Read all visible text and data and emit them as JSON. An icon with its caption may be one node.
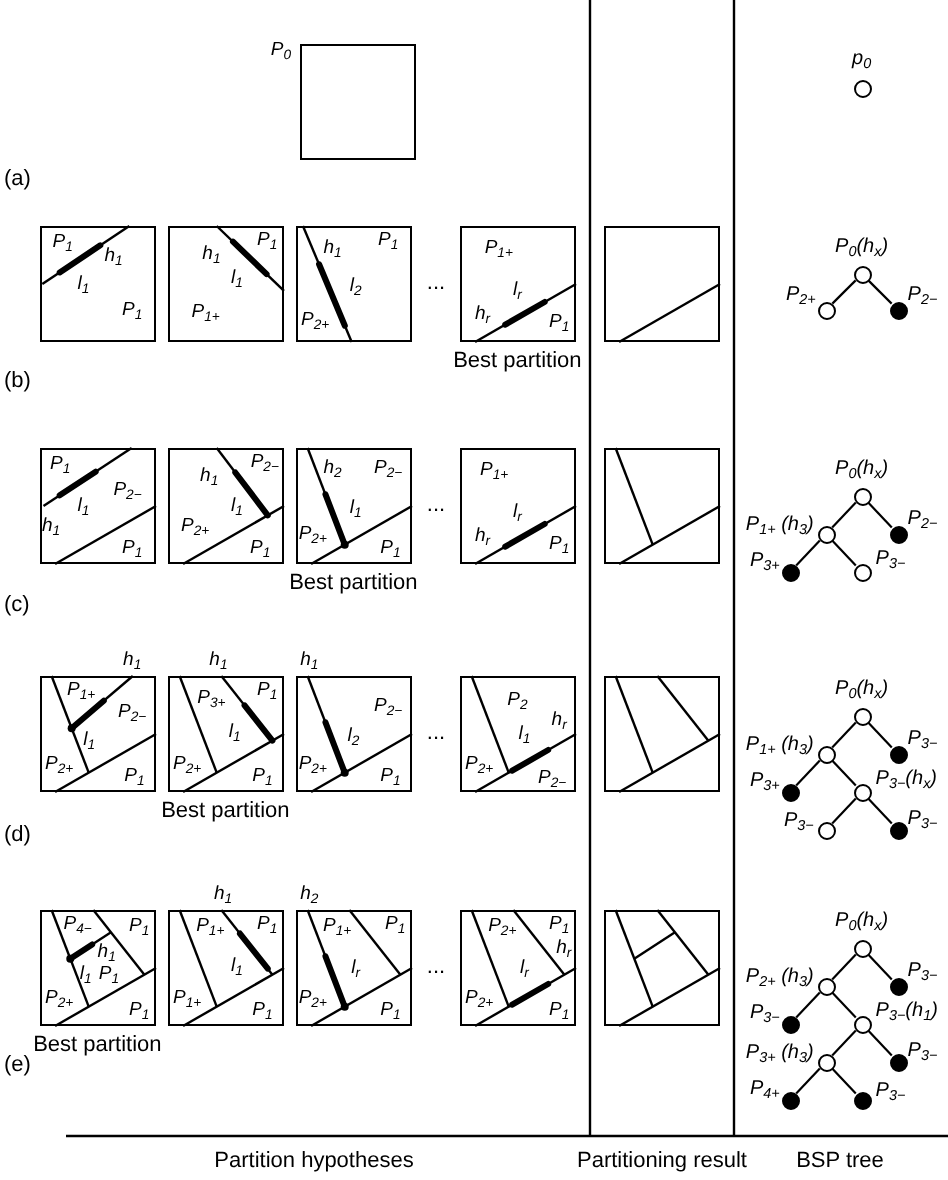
{
  "diagram": {
    "nodes": [
      {
        "text": [
          "P$_{0}$"
        ]
      },
      {
        "text": [],
        "shape": "circle",
        "beside": [
          "p$_{0}$"
        ]
      },
      {
        "text": [
          "P$_{1}$",
          "h$_{1}$",
          "l$_{1}$",
          "P$_{1}$"
        ]
      },
      {
        "text": [
          "h$_{1}$",
          "P$_{1}$",
          "l$_{1}$",
          "P$_{1+}$"
        ]
      },
      {
        "text": [
          "h$_{1}$",
          "P$_{1}$",
          "l$_{2}$",
          "P$_{2+}$"
        ]
      },
      {
        "text": [
          "P$_{1+}$",
          "l$_{r}$",
          "h$_{r}$",
          "P$_{1}$"
        ],
        "beside": [
          "Best partition"
        ]
      },
      {
        "text": [],
        "shape": "box"
      },
      {
        "text": [],
        "shape": "circle",
        "beside": [
          "P$_{0}$(h$_{x}$)"
        ]
      },
      {
        "text": [],
        "shape": "circle",
        "beside": [
          "P$_{2+}$"
        ]
      },
      {
        "text": [],
        "shape": "circle",
        "beside": [
          "P$_{2−}$"
        ]
      },
      {
        "text": [
          "P$_{1}$",
          "P$_{2−}$",
          "l$_{1}$",
          "h$_{1}$",
          "P$_{1}$"
        ]
      },
      {
        "text": [
          "h$_{1}$",
          "P$_{2−}$",
          "l$_{1}$",
          "P$_{2+}$",
          "P$_{1}$"
        ]
      },
      {
        "text": [
          "h$_{2}$",
          "P$_{2−}$",
          "l$_{1}$",
          "P$_{2+}$",
          "P$_{1}$"
        ],
        "beside": [
          "Best partition"
        ]
      },
      {
        "text": [
          "P$_{1+}$",
          "l$_{r}$",
          "h$_{r}$",
          "P$_{1}$"
        ]
      },
      {
        "text": [],
        "shape": "box"
      },
      {
        "text": [],
        "shape": "circle",
        "beside": [
          "P$_{0}$(h$_{x}$)"
        ]
      },
      {
        "text": [],
        "shape": "circle",
        "beside": [
          "P$_{1+}$ (h$_{3}$)"
        ]
      },
      {
        "text": [],
        "shape": "circle",
        "beside": [
          "P$_{2−}$"
        ]
      },
      {
        "text": [],
        "shape": "circle",
        "beside": [
          "P$_{3+}$"
        ]
      },
      {
        "text": [],
        "shape": "circle",
        "beside": [
          "P$_{3−}$"
        ]
      },
      {
        "text": [
          "h$_{1}$",
          "P$_{1+}$",
          "P$_{2−}$",
          "l$_{1}$",
          "P$_{2+}$",
          "P$_{1}$"
        ]
      },
      {
        "text": [
          "h$_{1}$",
          "P$_{3+}$",
          "P$_{1}$",
          "l$_{1}$",
          "P$_{2+}$",
          "P$_{1}$"
        ],
        "beside": [
          "Best partition"
        ]
      },
      {
        "text": [
          "h$_{1}$",
          "P$_{2−}$",
          "l$_{2}$",
          "P$_{2+}$",
          "P$_{1}$"
        ]
      },
      {
        "text": [
          "P$_{2}$",
          "h$_{r}$",
          "l$_{1}$",
          "P$_{2+}$",
          "P$_{2−}$"
        ]
      },
      {
        "text": [],
        "shape": "box"
      },
      {
        "text": [],
        "shape": "circle",
        "beside": [
          "P$_{0}$(h$_{x}$)"
        ]
      },
      {
        "text": [],
        "shape": "circle",
        "beside": [
          "P$_{1+}$ (h$_{3}$)"
        ]
      },
      {
        "text": [],
        "shape": "circle",
        "beside": [
          "P$_{3−}$"
        ]
      },
      {
        "text": [],
        "shape": "circle",
        "beside": [
          "P$_{3+}$"
        ]
      },
      {
        "text": [],
        "shape": "circle",
        "beside": [
          "P$_{3−}$(h$_{x}$)"
        ]
      },
      {
        "text": [],
        "shape": "circle",
        "beside": [
          "P$_{3−}$"
        ]
      },
      {
        "text": [],
        "shape": "circle",
        "beside": [
          "P$_{3−}$"
        ]
      },
      {
        "text": [
          "P$_{4−}$",
          "P$_{1}$",
          "h$_{1}$",
          "l$_{1}$",
          "P$_{1}$",
          "P$_{2+}$",
          "P$_{1}$"
        ],
        "beside": [
          "Best partition"
        ]
      },
      {
        "text": [
          "h$_{1}$",
          "P$_{1+}$",
          "P$_{1}$",
          "l$_{1}$",
          "P$_{1+}$",
          "P$_{1}$"
        ]
      },
      {
        "text": [
          "h$_{2}$",
          "P$_{1+}$",
          "P$_{1}$",
          "l$_{r}$",
          "P$_{2+}$",
          "P$_{1}$"
        ]
      },
      {
        "text": [
          "P$_{2+}$",
          "P$_{1}$",
          "h$_{r}$",
          "l$_{r}$",
          "P$_{2+}$",
          "P$_{1}$"
        ]
      },
      {
        "text": [],
        "shape": "box"
      },
      {
        "text": [],
        "shape": "circle",
        "beside": [
          "P$_{0}$(h$_{x}$)"
        ]
      },
      {
        "text": [],
        "shape": "circle",
        "beside": [
          "P$_{2+}$ (h$_{3}$)"
        ]
      },
      {
        "text": [],
        "shape": "circle",
        "beside": [
          "P$_{3−}$"
        ]
      },
      {
        "text": [],
        "shape": "circle",
        "beside": [
          "P$_{3−}$"
        ]
      },
      {
        "text": [],
        "shape": "circle",
        "beside": [
          "P$_{3−}$(h$_{1}$)"
        ]
      },
      {
        "text": [],
        "shape": "circle",
        "beside": [
          "P$_{3+}$ (h$_{3}$)"
        ]
      },
      {
        "text": [],
        "shape": "circle",
        "beside": [
          "P$_{3−}$"
        ]
      },
      {
        "text": [],
        "shape": "circle",
        "beside": [
          "P$_{4+}$"
        ]
      },
      {
        "text": [],
        "shape": "circle",
        "beside": [
          "P$_{3−}$"
        ]
      }
    ],
    "edges": [
      {
        "from": 7,
        "to": 8,
        "arrow": "none"
      },
      {
        "from": 7,
        "to": 9,
        "arrow": "none"
      },
      {
        "from": 15,
        "to": 16,
        "arrow": "none"
      },
      {
        "from": 15,
        "to": 17,
        "arrow": "none"
      },
      {
        "from": 16,
        "to": 18,
        "arrow": "none"
      },
      {
        "from": 16,
        "to": 19,
        "arrow": "none"
      },
      {
        "from": 25,
        "to": 26,
        "arrow": "none"
      },
      {
        "from": 25,
        "to": 27,
        "arrow": "none"
      },
      {
        "from": 26,
        "to": 28,
        "arrow": "none"
      },
      {
        "from": 26,
        "to": 29,
        "arrow": "none"
      },
      {
        "from": 29,
        "to": 30,
        "arrow": "none"
      },
      {
        "from": 29,
        "to": 31,
        "arrow": "none"
      },
      {
        "from": 37,
        "to": 38,
        "arrow": "none"
      },
      {
        "from": 37,
        "to": 39,
        "arrow": "none"
      },
      {
        "from": 38,
        "to": 40,
        "arrow": "none"
      },
      {
        "from": 38,
        "to": 41,
        "arrow": "none"
      },
      {
        "from": 41,
        "to": 42,
        "arrow": "none"
      },
      {
        "from": 41,
        "to": 43,
        "arrow": "none"
      },
      {
        "from": 42,
        "to": 44,
        "arrow": "none"
      },
      {
        "from": 42,
        "to": 45,
        "arrow": "none"
      }
    ],
    "labels": [
      "(a)",
      "...",
      "(b)",
      "...",
      "(c)",
      "...",
      "(d)",
      "...",
      "(e)",
      "Partition hypotheses",
      "Partitioning result",
      "BSP tree"
    ]
  }
}
